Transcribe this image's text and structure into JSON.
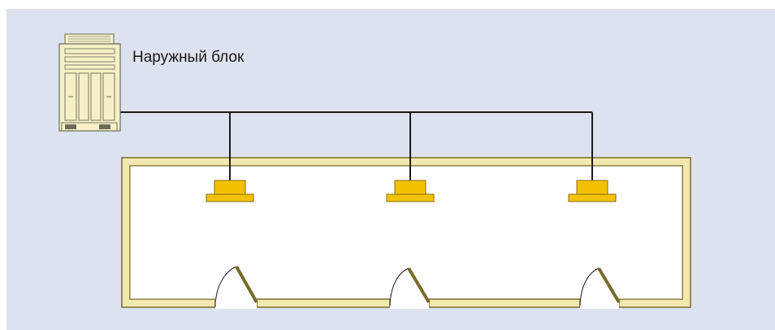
{
  "diagram": {
    "outdoor_unit_label": "Наружный блок",
    "indoor_unit_count": 3,
    "door_count": 3,
    "colors": {
      "background": "#dde2ef",
      "wall_fill": "#f3e9b0",
      "wall_stroke": "#7a6a2a",
      "indoor_unit": "#f2c200",
      "outdoor_unit": "#f6f0c8",
      "pipe": "#1a1a1a"
    }
  }
}
